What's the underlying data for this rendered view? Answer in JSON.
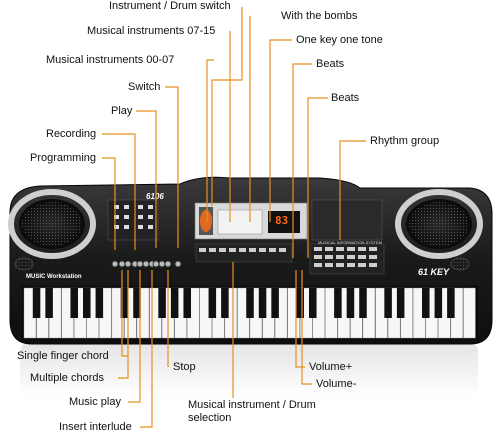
{
  "product": {
    "model": "6106",
    "workstation_label": "MUSIC Workstation",
    "keys_badge": "61 KEY",
    "display_digits": "83",
    "panel_title": "MUSICAL INFORMATION SYSTEM"
  },
  "callouts": {
    "instrument_drum_switch": "Instrument / Drum switch",
    "with_the_bombs": "With the bombs",
    "instruments_07_15": "Musical instruments 07-15",
    "one_key_one_tone": "One key one tone",
    "instruments_00_07": "Musical instruments 00-07",
    "beats_1": "Beats",
    "switch": "Switch",
    "beats_2": "Beats",
    "play": "Play",
    "recording": "Recording",
    "rhythm_group": "Rhythm group",
    "programming": "Programming",
    "single_finger_chord": "Single finger chord",
    "volume_plus": "Volume+",
    "multiple_chords": "Multiple chords",
    "stop": "Stop",
    "volume_minus": "Volume-",
    "music_play": "Music play",
    "instrument_drum_selection": "Musical instrument / Drum selection",
    "insert_interlude": "Insert interlude"
  },
  "colors": {
    "callout": "#e8901e",
    "body": "#1c1c1c",
    "speaker_ring": "#c9c9c9",
    "display": "#e0531a"
  }
}
